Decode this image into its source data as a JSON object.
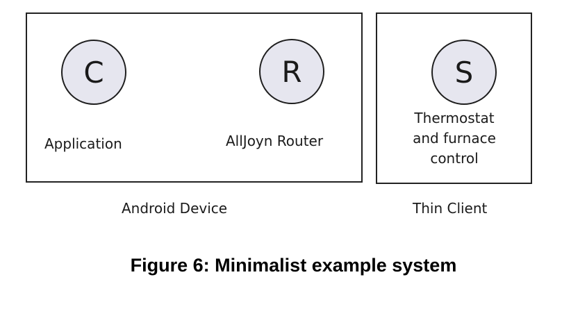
{
  "diagram": {
    "nodes": {
      "client": {
        "letter": "C",
        "label": "Application"
      },
      "router": {
        "letter": "R",
        "label": "AllJoyn Router"
      },
      "server": {
        "letter": "S",
        "label_lines": [
          "Thermostat",
          "and furnace",
          "control"
        ]
      }
    },
    "containers": {
      "android": {
        "label": "Android Device"
      },
      "thin_client": {
        "label": "Thin Client"
      }
    },
    "caption": "Figure 6: Minimalist example system"
  }
}
